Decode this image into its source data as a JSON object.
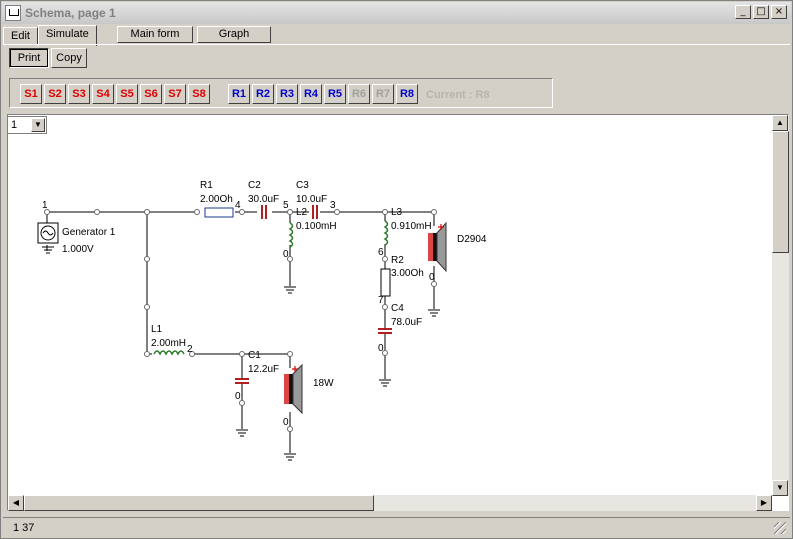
{
  "window": {
    "title": "Schema, page 1",
    "minimize": "_",
    "maximize": "□",
    "close": "×"
  },
  "tabs": [
    {
      "label": "Edit"
    },
    {
      "label": "Simulate"
    }
  ],
  "top_buttons": {
    "main_form": "Main form",
    "graph": "Graph"
  },
  "toolbar": {
    "print": "Print",
    "copy": "Copy"
  },
  "s_buttons": [
    "S1",
    "S2",
    "S3",
    "S4",
    "S5",
    "S6",
    "S7",
    "S8"
  ],
  "r_buttons": [
    "R1",
    "R2",
    "R3",
    "R4",
    "R5",
    "R6",
    "R7",
    "R8"
  ],
  "current_label": "Current : R8",
  "page_select": {
    "value": "1"
  },
  "status": {
    "text": "1  37"
  },
  "schematic": {
    "nodes": [
      "1",
      "4",
      "5",
      "3",
      "6",
      "7",
      "2",
      "0",
      "0",
      "0",
      "0",
      "0"
    ],
    "generator": {
      "name": "Generator 1",
      "value": "1.000V"
    },
    "r1": {
      "name": "R1",
      "value": "2.00Oh"
    },
    "c2": {
      "name": "C2",
      "value": "30.0uF"
    },
    "c3": {
      "name": "C3",
      "value": "10.0uF"
    },
    "l2": {
      "name": "L2",
      "value": "0.100mH"
    },
    "l3": {
      "name": "L3",
      "value": "0.910mH"
    },
    "r2": {
      "name": "R2",
      "value": "3.00Oh"
    },
    "c4": {
      "name": "C4",
      "value": "78.0uF"
    },
    "l1": {
      "name": "L1",
      "value": "2.00mH"
    },
    "c1": {
      "name": "C1",
      "value": "12.2uF"
    },
    "spk1": {
      "name": "D2904"
    },
    "spk2": {
      "name": "18W"
    }
  }
}
